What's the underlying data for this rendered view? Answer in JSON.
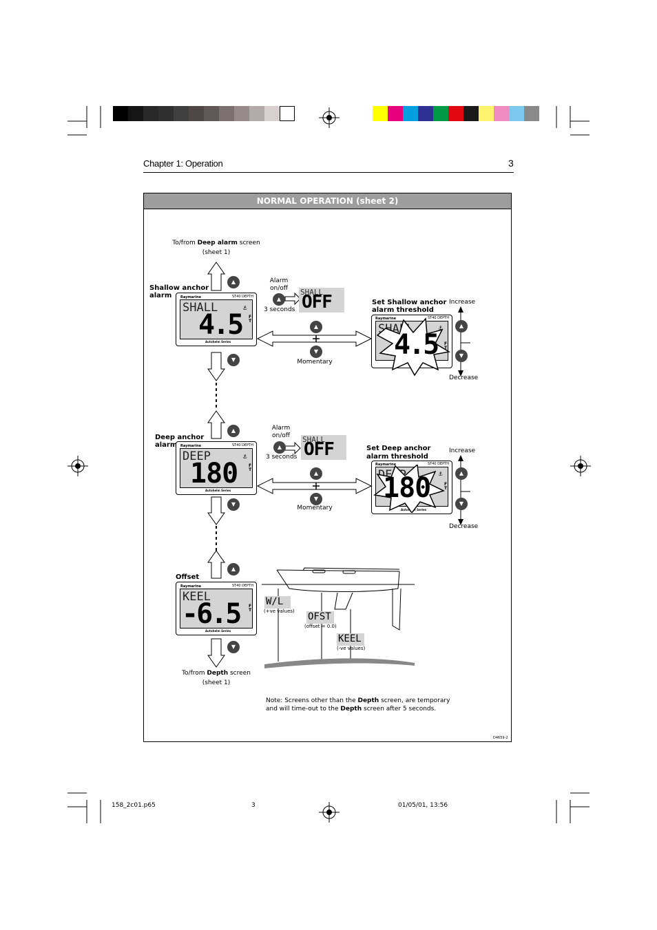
{
  "header": {
    "chapter": "Chapter 1: Operation",
    "page_number": "3"
  },
  "panel": {
    "title": "NORMAL OPERATION (sheet 2)",
    "code": "D4659-2"
  },
  "nav": {
    "top_prefix": "To/from ",
    "top_bold": "Deep alarm",
    "top_suffix": " screen",
    "top_sheet": "(sheet 1)",
    "bottom_prefix": "To/from ",
    "bottom_bold": "Depth",
    "bottom_suffix": " screen",
    "bottom_sheet": "(sheet 1)"
  },
  "shallow": {
    "label_line1": "Shallow anchor",
    "label_line2": "alarm",
    "alarm_line1": "Alarm",
    "alarm_line2": "on/off",
    "seconds": "3 seconds",
    "momentary": "Momentary",
    "set_line1": "Set Shallow anchor",
    "set_line2": "alarm threshold",
    "increase": "Increase",
    "decrease": "Decrease",
    "screen_word": "SHALL",
    "screen_value": "4.5",
    "off_word": "SHALL",
    "off_value": "OFF"
  },
  "deep": {
    "label_line1": "Deep anchor",
    "label_line2": "alarm",
    "alarm_line1": "Alarm",
    "alarm_line2": "on/off",
    "seconds": "3 seconds",
    "momentary": "Momentary",
    "set_line1": "Set Deep anchor",
    "set_line2": "alarm threshold",
    "increase": "Increase",
    "decrease": "Decrease",
    "screen_word": "DEEP",
    "screen_value": "180",
    "off_word": "SHALL",
    "off_value": "OFF"
  },
  "offset": {
    "label": "Offset",
    "screen_word": "KEEL",
    "screen_value": "-6.5",
    "wl_word": "W/L",
    "wl_caption": "(+ve values)",
    "ofst_word": "OFST",
    "ofst_caption": "(offset = 0.0)",
    "keel_word": "KEEL",
    "keel_caption": "(-ve values)"
  },
  "device": {
    "brand": "Raymarine",
    "model": "ST40 DEPTH",
    "footer": "Autohelm Series",
    "unit_f": "F",
    "unit_t": "T"
  },
  "note": {
    "p1": "Note: Screens other than the ",
    "b1": "Depth",
    "p2": " screen, are temporary",
    "p3": "and will time-out to the ",
    "b2": "Depth",
    "p4": " screen after 5 seconds."
  },
  "slug": {
    "file": "158_2c01.p65",
    "page": "3",
    "date": "01/05/01, 13:56"
  },
  "colors": {
    "greys": [
      "#000000",
      "#141414",
      "#282828",
      "#2f2f2f",
      "#3f3f3f",
      "#4f4646",
      "#605757",
      "#7a7070",
      "#958b8b",
      "#b3aaaa",
      "#d8d0d0",
      "#ffffff"
    ],
    "process": [
      "#ffff00",
      "#e6007e",
      "#00a0e0",
      "#2e3192",
      "#009a44",
      "#e30613",
      "#1a1a1a",
      "#fff36d",
      "#f08cc2",
      "#7cc9ee",
      "#8a8a8a"
    ],
    "panel_header": "#9d9d9d",
    "lcd": "#d4d4d4"
  }
}
